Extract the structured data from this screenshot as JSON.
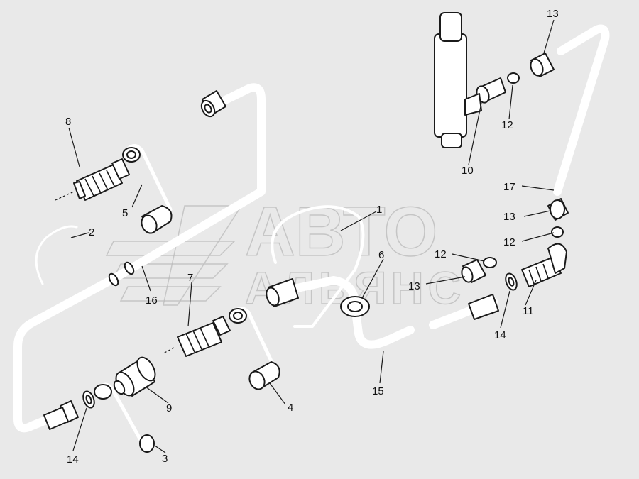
{
  "watermark": {
    "line1": "АВТО",
    "line2": "АЛЬЯНС"
  },
  "callouts": [
    "1",
    "2",
    "3",
    "4",
    "5",
    "6",
    "7",
    "8",
    "9",
    "10",
    "11",
    "12",
    "12",
    "12",
    "13",
    "13",
    "13",
    "14",
    "14",
    "15",
    "16",
    "17"
  ],
  "colors": {
    "background": "#e9e9e9",
    "line": "#1a1a1a",
    "part_fill": "#ffffff",
    "watermark": "#b9b9b9"
  }
}
